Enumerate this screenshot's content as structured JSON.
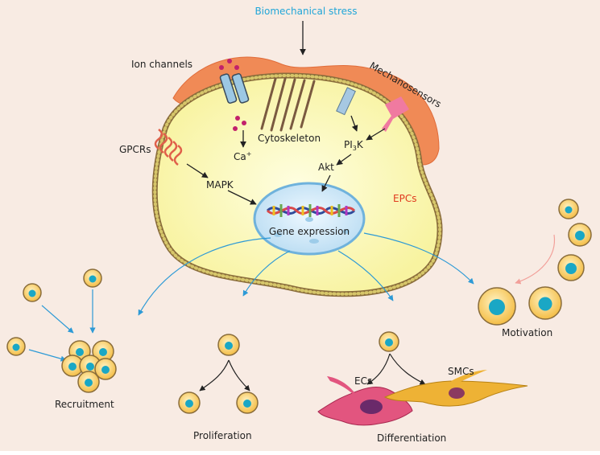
{
  "colors": {
    "background": "#f8ebe3",
    "cell_fill": "#fbf7b2",
    "cell_center": "#fdfdd6",
    "membrane": "#8a6d3b",
    "bead": "#c8b85a",
    "cortex": "#f08a56",
    "nucleus": "#d8ecf8",
    "nucleus_rim": "#6fb2dc",
    "blue_arrow": "#2d9ad6",
    "pink_arrow": "#f2a09a",
    "title_blue": "#21a6d8",
    "epc_red": "#e03a1e",
    "small_cell": "#f5c24c",
    "small_nucleus": "#1aa7c5",
    "ec_cell": "#e2557f",
    "smc_cell": "#eeb235"
  },
  "labels": {
    "title": "Biomechanical stress",
    "ion_channels": "Ion channels",
    "mechanosensors": "Mechanosensors",
    "cytoskeleton": "Cytoskeleton",
    "gpcrs": "GPCRs",
    "ca": "Ca",
    "ca_sup": "+",
    "pi3k_pre": "PI",
    "pi3k_sub": "3",
    "pi3k_post": "K",
    "akt": "Akt",
    "mapk": "MAPK",
    "epcs": "EPCs",
    "gene_expression": "Gene expression",
    "recruitment": "Recruitment",
    "proliferation": "Proliferation",
    "differentiation": "Differentiation",
    "motivation": "Motivation",
    "ecs": "ECs",
    "smcs": "SMCs"
  },
  "icons": [
    "ion-channel-icon",
    "mechanosensor-icon",
    "gpcr-icon",
    "dna-icon",
    "stem-cell-icon",
    "endothelial-cell-icon",
    "smooth-muscle-cell-icon"
  ]
}
